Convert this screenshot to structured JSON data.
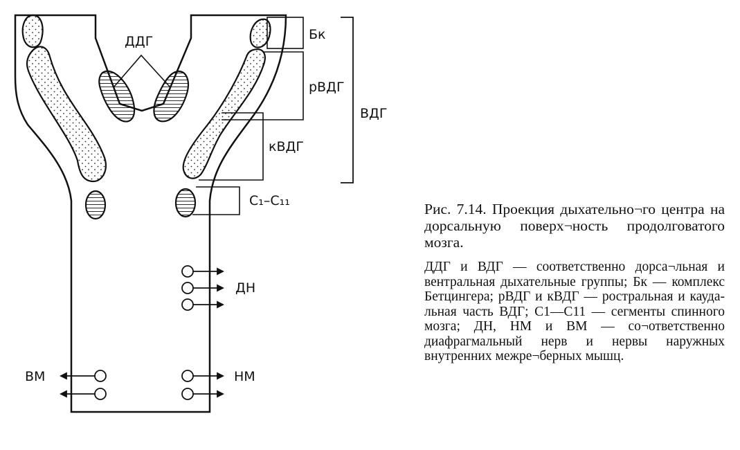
{
  "labels": {
    "ddg": "ДДГ",
    "bk": "Бк",
    "rvdg": "рВДГ",
    "vdg": "ВДГ",
    "kvdg": "кВДГ",
    "c_range": "C₁–C₁₁",
    "dn": "ДН",
    "vm": "ВМ",
    "nm": "НМ"
  },
  "caption": {
    "title": "Рис. 7.14. Проекция дыхательно¬го центра на дорсальную поверх¬ность продолговатого мозга.",
    "body": "ДДГ и ВДГ — соответственно дорса¬льная и вентральная дыхательные группы; Бк — комплекс Бетцингера; рВДГ и кВДГ — ростральная и кауда-льная часть ВДГ; С1—С11 — сегменты спинного мозга; ДН, НМ и ВМ — со¬ответственно диафрагмальный нерв и нервы наружных внутренних межре¬берных мышц."
  }
}
